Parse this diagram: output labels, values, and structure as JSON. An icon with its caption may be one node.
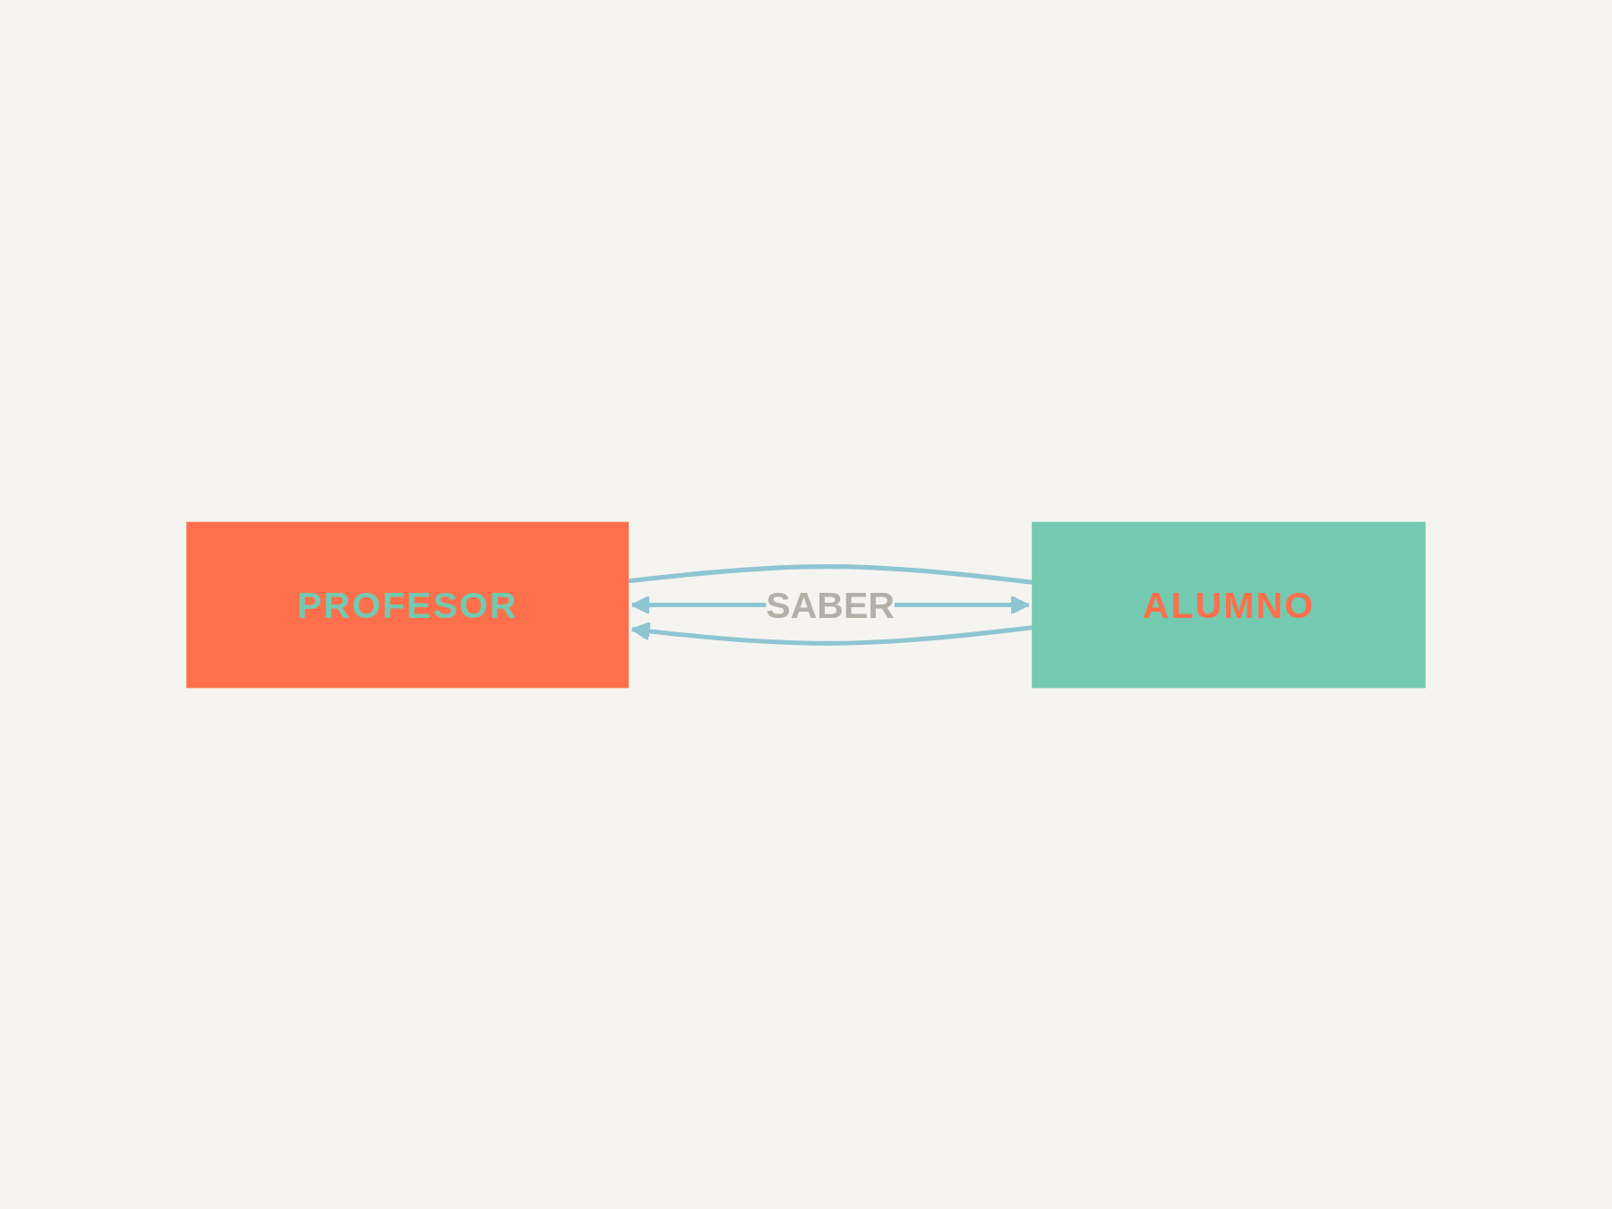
{
  "diagram": {
    "nodes": [
      {
        "text": [
          "PROFESOR"
        ]
      },
      {
        "text": [
          "ALUMNO"
        ]
      }
    ],
    "edges": [
      {
        "from": 1,
        "to": 0,
        "arrow": "to"
      },
      {
        "from": 0,
        "to": 1,
        "arrow": "none"
      },
      {
        "from": 0,
        "to": 1,
        "arrow": "both",
        "label": "SABER"
      }
    ]
  }
}
